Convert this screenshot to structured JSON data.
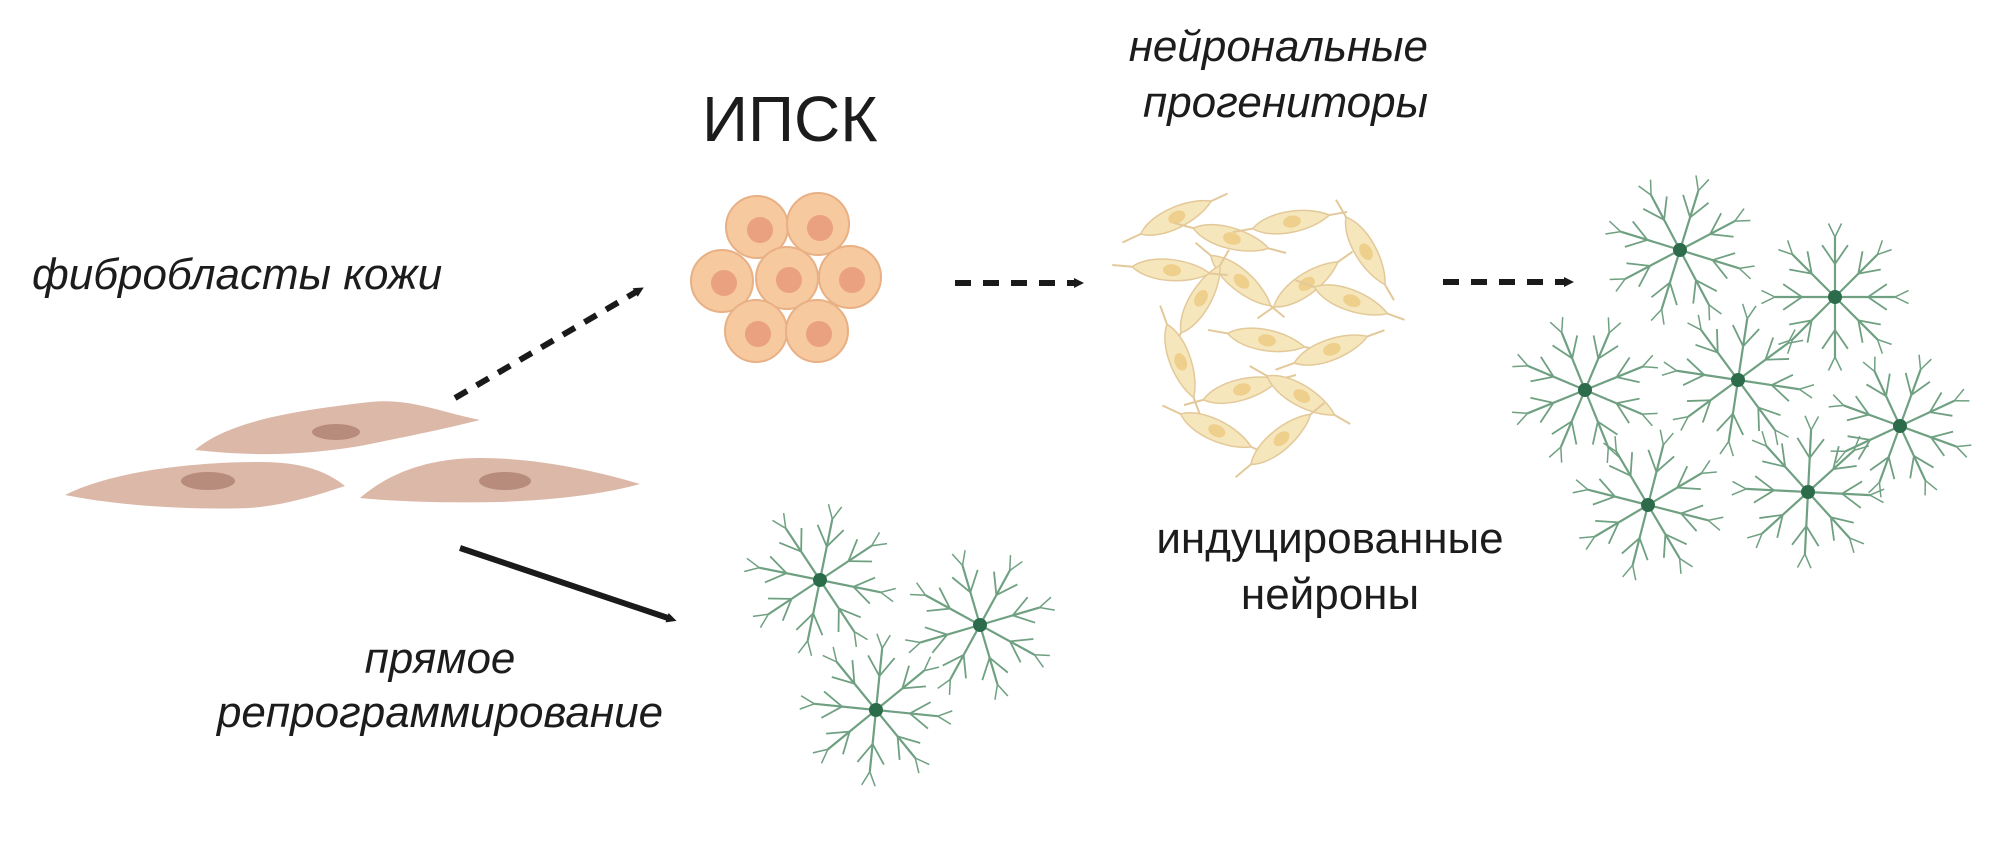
{
  "labels": {
    "fibroblasts": "фибробласты кожи",
    "ipsc": "ИПСК",
    "progenitors_line1": "нейрональные",
    "progenitors_line2": "прогениторы",
    "induced_line1": "индуцированные",
    "induced_line2": "нейроны",
    "direct_line1": "прямое",
    "direct_line2": "репрограммирование"
  },
  "colors": {
    "fibroblast_fill": "#dcb8a8",
    "fibroblast_nucleus": "#b88c7c",
    "ipsc_fill": "#f6c99f",
    "ipsc_stroke": "#e8b084",
    "ipsc_nucleus": "#e9a180",
    "progenitor_fill": "#f6e6bc",
    "progenitor_stroke": "#e3c999",
    "progenitor_nucleus": "#efcf8c",
    "neuron_stroke": "#6fa081",
    "neuron_soma": "#2d6c4a",
    "arrow": "#1a1a1a"
  }
}
